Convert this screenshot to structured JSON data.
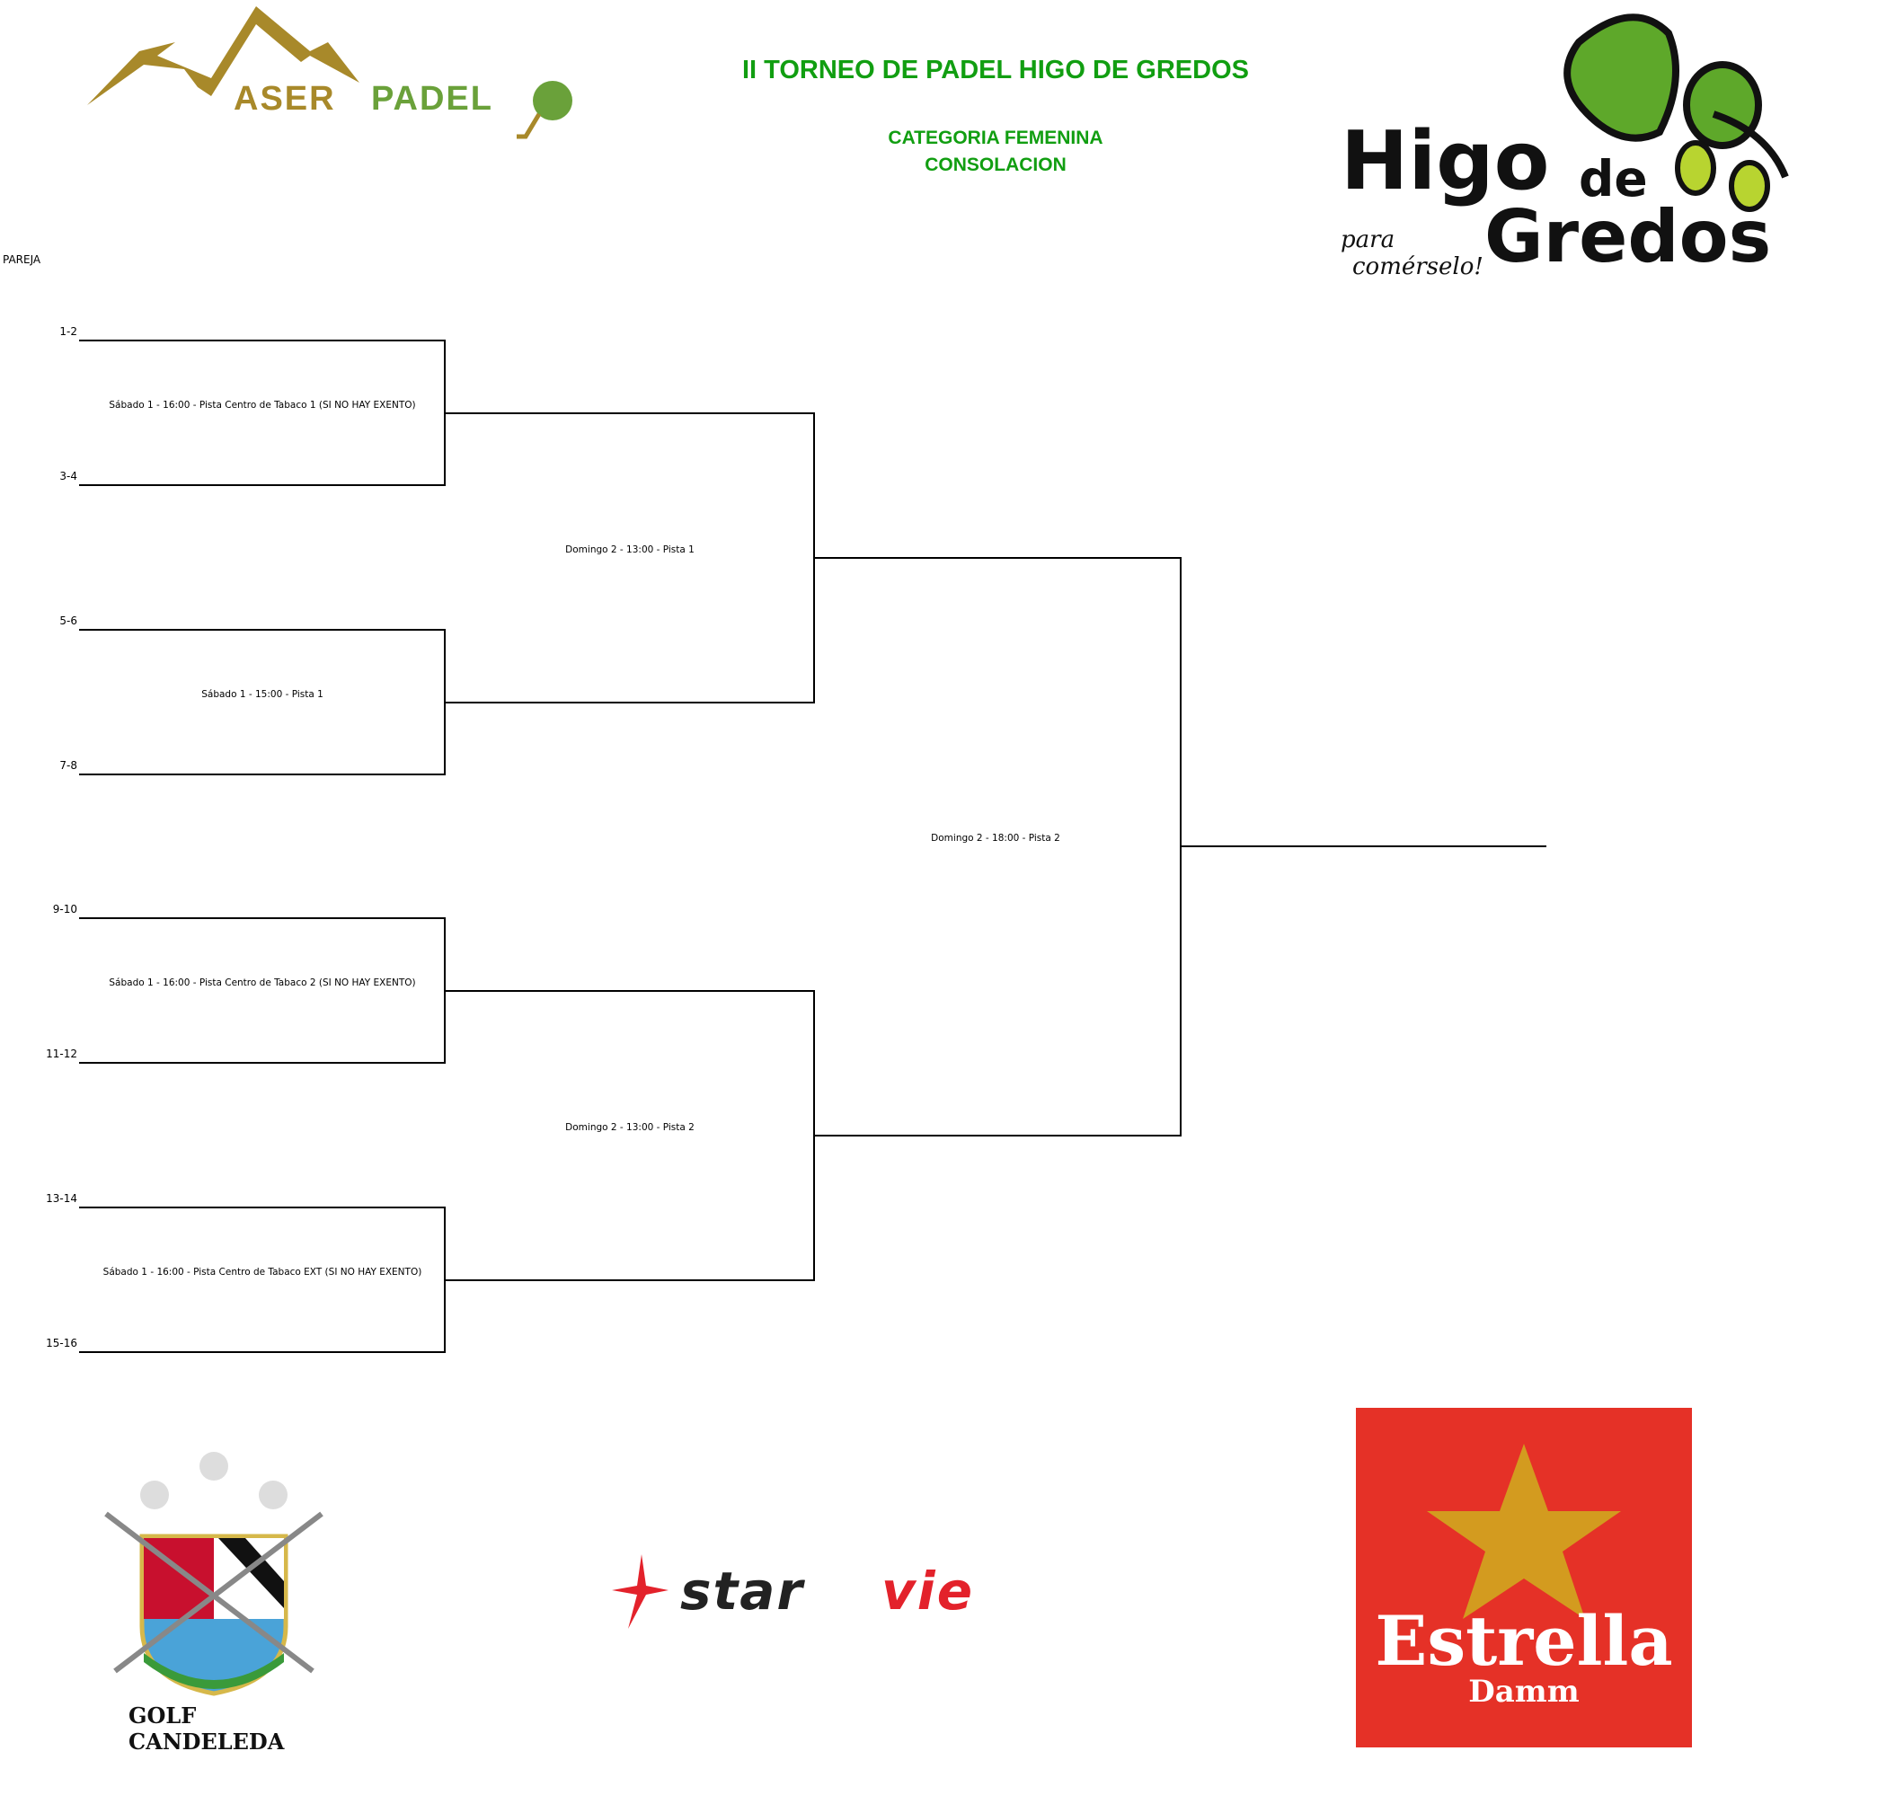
{
  "header": {
    "title": "II TORNEO DE PADEL HIGO DE GREDOS",
    "category": "CATEGORIA FEMENINA",
    "subcategory": "CONSOLACION"
  },
  "column_label": "PAREJA",
  "seeds": [
    "1-2",
    "3-4",
    "5-6",
    "7-8",
    "9-10",
    "11-12",
    "13-14",
    "15-16"
  ],
  "round1": [
    "Sábado 1 - 16:00 - Pista Centro de Tabaco 1 (SI NO HAY EXENTO)",
    "Sábado 1 - 15:00 - Pista 1",
    "Sábado 1 - 16:00 - Pista Centro de Tabaco 2 (SI NO HAY EXENTO)",
    "Sábado 1 - 16:00 - Pista Centro de Tabaco EXT (SI NO HAY EXENTO)"
  ],
  "round2": [
    "Domingo 2 - 13:00 - Pista 1",
    "Domingo 2 - 13:00 - Pista 2"
  ],
  "final": "Domingo 2 - 18:00 - Pista 2",
  "logos": {
    "aserpadel": {
      "part1": "ASER",
      "part2": "PADEL"
    },
    "higo": {
      "line1": "Higo",
      "line2": "de",
      "line3": "Gredos",
      "tag1": "para",
      "tag2": "comérselo!"
    },
    "golf": "GOLF CANDELEDA",
    "starvie": {
      "part1": "star",
      "part2": "vie"
    },
    "estrella": {
      "line1": "Estrella",
      "line2": "Damm"
    }
  },
  "colors": {
    "title": "#119e11",
    "line": "#000000",
    "estrella_bg": "#e53127",
    "star": "#d39b1f"
  }
}
